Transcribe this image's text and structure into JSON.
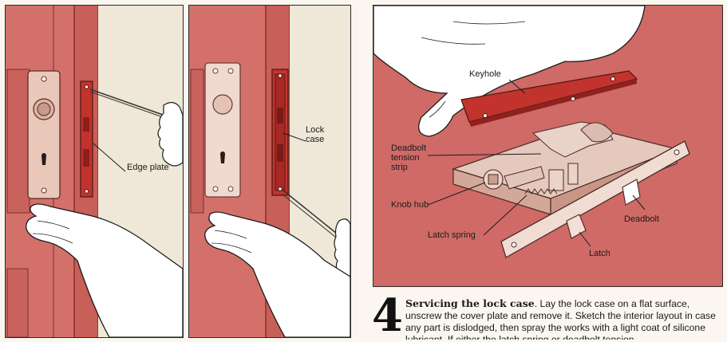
{
  "panel1": {
    "labels": {
      "edge_plate": "Edge plate"
    }
  },
  "panel2": {
    "labels": {
      "lock_case_line1": "Lock",
      "lock_case_line2": "case"
    }
  },
  "panel3": {
    "labels": {
      "keyhole": "Keyhole",
      "deadbolt_tension_strip_line1": "Deadbolt",
      "deadbolt_tension_strip_line2": "tension",
      "deadbolt_tension_strip_line3": "strip",
      "knob_hub": "Knob hub",
      "latch_spring": "Latch spring",
      "deadbolt": "Deadbolt",
      "latch": "Latch"
    }
  },
  "step": {
    "number": "4",
    "title": "Servicing the lock case",
    "text": ". Lay the lock case on a flat surface, unscrew the cover plate and remove it. Sketch the interior layout in case any part is dislodged, then spray the works with a light coat of silicone lubricant. If either the latch spring or deadbolt tension"
  },
  "colors": {
    "door_red": "#d4706a",
    "part_red": "#c2332d",
    "panel_red": "#cf6a66",
    "ink": "#1b1b1b"
  },
  "icons": [
    "hand-icon",
    "screwdriver-icon",
    "lock-case-icon",
    "edge-plate-icon",
    "cover-plate-icon"
  ]
}
